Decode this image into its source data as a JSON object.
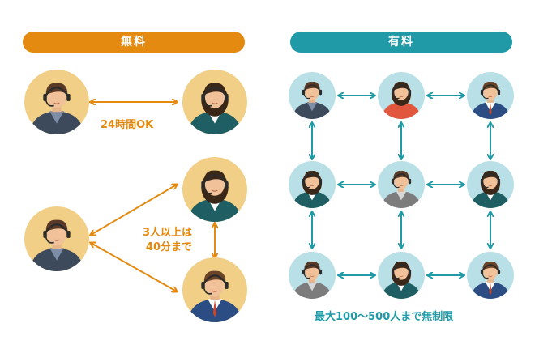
{
  "free": {
    "title": "無料",
    "caption_pair": "24時間OK",
    "caption_group_line1": "3人以上は",
    "caption_group_line2": "40分まで"
  },
  "paid": {
    "title": "有料",
    "caption": "最大100〜500人まで無制限"
  },
  "colors": {
    "free_accent": "#e48a10",
    "paid_accent": "#1f9aa6",
    "free_bg": "#f2cf86",
    "paid_bg": "#b9dfe7"
  },
  "icons": {
    "person": "headset-operator-icon",
    "arrow": "double-arrow-icon"
  }
}
